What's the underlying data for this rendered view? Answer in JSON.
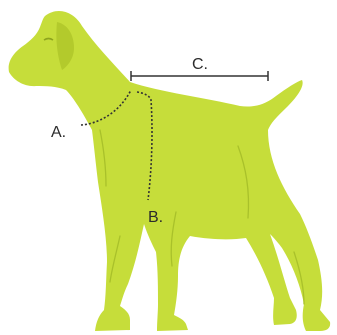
{
  "diagram": {
    "labels": {
      "neck": "A.",
      "chest": "B.",
      "back": "C."
    },
    "colors": {
      "background": "#ffffff",
      "dog_fill": "#c6dd3a",
      "shading": "#a9c12a",
      "measure_line": "#333333",
      "label_text": "#2b2b2b"
    },
    "measurements": [
      {
        "key": "neck",
        "style": "dotted"
      },
      {
        "key": "chest",
        "style": "dotted"
      },
      {
        "key": "back",
        "style": "solid-with-end-ticks"
      }
    ]
  }
}
